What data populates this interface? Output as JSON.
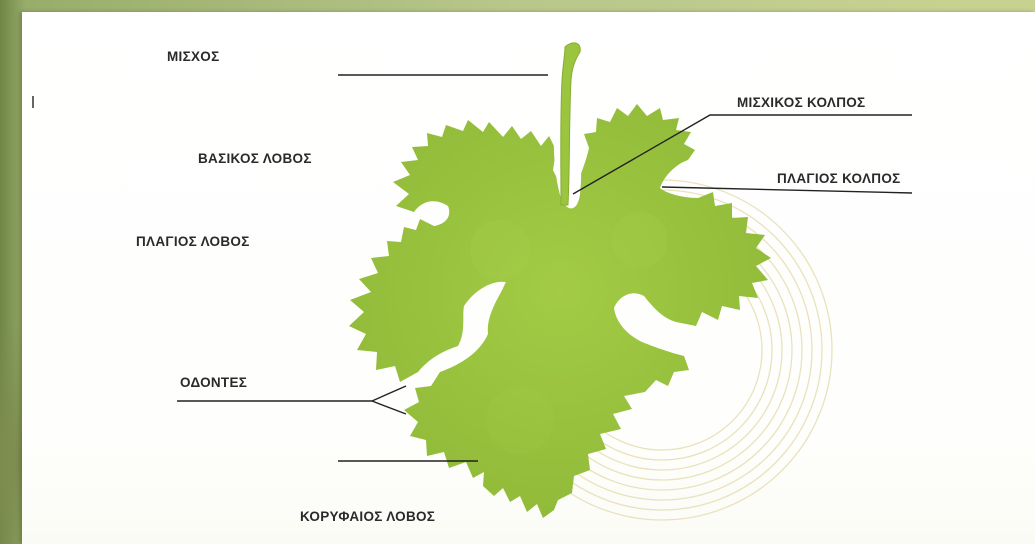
{
  "labels": {
    "petiole": "ΜΙΣΧΟΣ",
    "petiolar_sinus": "ΜΙΣΧΙΚΟΣ ΚΟΛΠΟΣ",
    "basal_lobe": "ΒΑΣΙΚΟΣ ΛΟΒΟΣ",
    "lateral_sinus": "ΠΛΑΓΙΟΣ ΚΟΛΠΟΣ",
    "lateral_lobe": "ΠΛΑΓΙΟΣ ΛΟΒΟΣ",
    "teeth": "ΟΔΟΝΤΕΣ",
    "terminal_lobe": "ΚΟΡΥΦΑΙΟΣ ΛΟΒΟΣ"
  },
  "colors": {
    "leaf": "#9bc43f",
    "leaf_dark": "#8ab535",
    "background_frame": "#9aad6c",
    "panel": "#ffffff"
  }
}
